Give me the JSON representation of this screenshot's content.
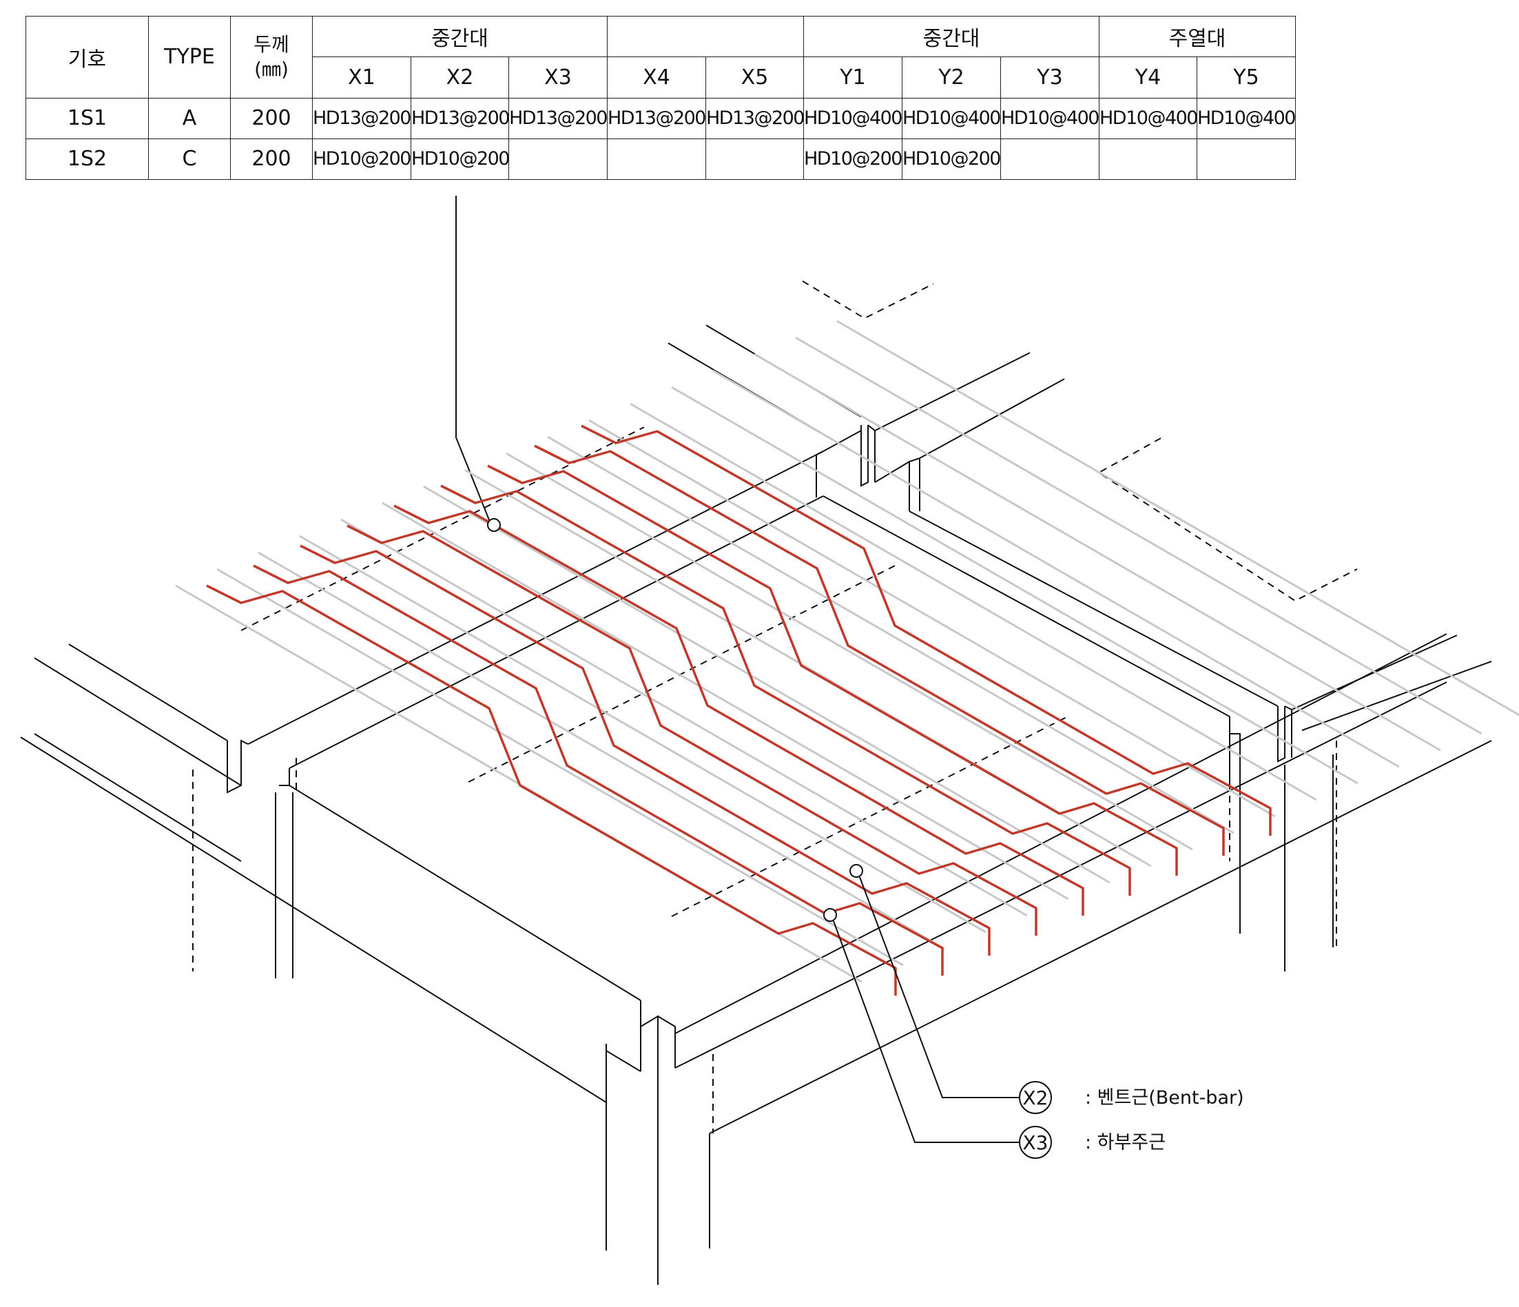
{
  "table": {
    "head1": {
      "symbol": "기호",
      "type": "TYPE",
      "thickness_line1": "두께",
      "thickness_line2": "(㎜)",
      "group1": "중간대",
      "group2": "",
      "group3": "중간대",
      "group4": "주열대"
    },
    "head2": [
      "X1",
      "X2",
      "X3",
      "X4",
      "X5",
      "Y1",
      "Y2",
      "Y3",
      "Y4",
      "Y5"
    ],
    "rows": [
      {
        "symbol": "1S1",
        "type": "A",
        "thickness": "200",
        "cells": [
          "HD13@200",
          "HD13@200",
          "HD13@200",
          "HD13@200",
          "HD13@200",
          "HD10@400",
          "HD10@400",
          "HD10@400",
          "HD10@400",
          "HD10@400"
        ]
      },
      {
        "symbol": "1S2",
        "type": "C",
        "thickness": "200",
        "cells": [
          "HD10@200",
          "HD10@200",
          "",
          "",
          "",
          "HD10@200",
          "HD10@200",
          "",
          "",
          ""
        ]
      }
    ]
  },
  "legend": [
    {
      "mark": "X2",
      "text": ": 벤트근(Bent-bar)"
    },
    {
      "mark": "X3",
      "text": ": 하부주근"
    }
  ],
  "colors": {
    "bent_bar": "#c0392b",
    "bottom_bar": "#c8c8c8",
    "line": "#111111"
  }
}
